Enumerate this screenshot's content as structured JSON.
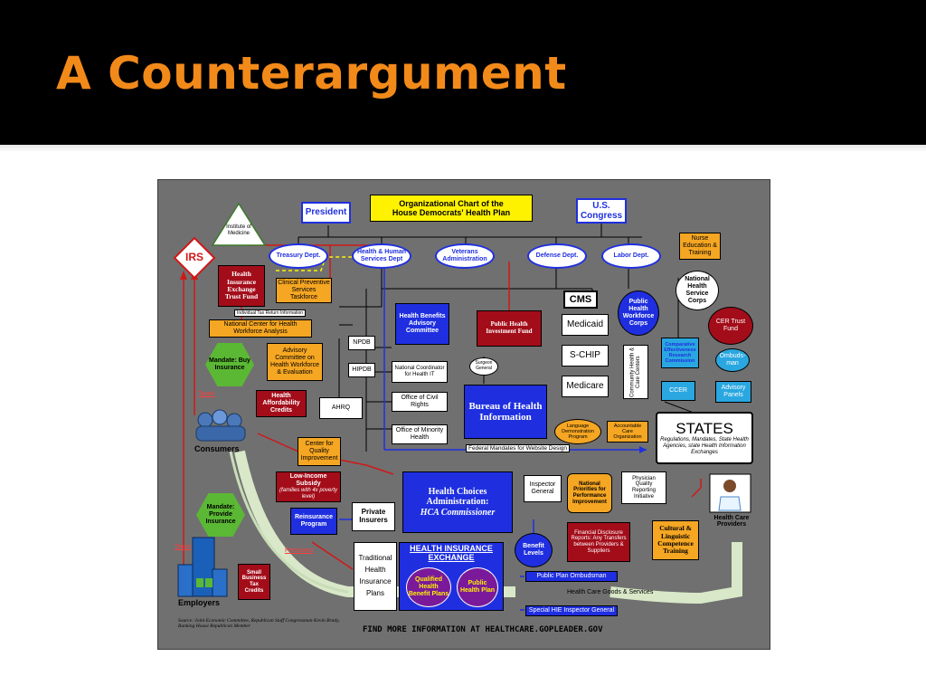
{
  "slide": {
    "title": "A Counterargument"
  },
  "chart": {
    "title_line1": "Organizational Chart of the",
    "title_line2": "House Democrats' Health Plan",
    "president": "President",
    "congress": "U.S. Congress",
    "institute": "Institute of Medicine",
    "irs": "IRS",
    "treasury": "Treasury Dept.",
    "hhs": "Health & Human Services Dept",
    "veterans": "Veterans Administration",
    "defense": "Defense Dept.",
    "labor": "Labor Dept.",
    "nurse": "Nurse Education & Training",
    "nhsc": "National Health Service Corps",
    "hietf": "Health Insurance Exchange Trust Fund",
    "cpstf": "Clinical Preventive Services Taskforce",
    "tax_return": "Individual Tax Return Information",
    "ncwa": "National Center for Health Workforce Analysis",
    "mandate_buy": "Mandate: Buy Insurance",
    "advisory_committee": "Advisory Committee on Health Workforce & Evaluation",
    "hbac": "Health Benefits Advisory Committee",
    "phif": "Public Health Investment Fund",
    "cms": "CMS",
    "medicaid": "Medicaid",
    "schip": "S-CHIP",
    "medicare": "Medicare",
    "phwc": "Public Health Workforce Corps",
    "cer_trust": "CER Trust Fund",
    "ceresearch": "Comparative Effectiveness Research Commission",
    "ombudsman": "Ombuds-man",
    "cceR": "CCER",
    "advisory_panels": "Advisory Panels",
    "npdb": "NPDB",
    "hipdb": "HIPDB",
    "nchit": "National Coordinator for Health IT",
    "ocr": "Office of Civil Rights",
    "omh": "Office of Minority Health",
    "surgeon": "Surgeon General",
    "bhi": "Bureau of Health Information",
    "taxes1": "Taxes",
    "hac": "Health Affordability Credits",
    "ahrq": "AHRQ",
    "chc": "Community Health & Care Centers",
    "ldp": "Language Demonstration Program",
    "aco": "Accountable Care Organization",
    "states": "STATES",
    "states_sub": "Regulations, Mandates, State Health Agencies, state Health Information Exchanges",
    "consumers": "Consumers",
    "cqi": "Center for Quality Improvement",
    "fed_mandates": "Federal Mandates for Website Design",
    "lis": "Low-Income Subsidy",
    "lis_sub": "(families with 4x poverty level)",
    "hca_line1": "Health Choices",
    "hca_line2": "Administration:",
    "hca_line3": "HCA Commissioner",
    "inspector": "Inspector General",
    "npfpi": "National Priorities for Performance Improvement",
    "pqri": "Physician Quality Reporting Initiative",
    "hcp": "Health Care Providers",
    "mandate_provide": "Mandate: Provide Insurance",
    "reinsurance": "Reinsurance Program",
    "private_insurers": "Private Insurers",
    "fdr": "Financial Disclosure Reports: Any Transfers between Providers & Suppliers",
    "cultural": "Cultural & Linguistic Competence Training",
    "taxes2": "Taxes",
    "premiums": "Premiums",
    "thi": "Traditional Health Insurance Plans",
    "hie": "HEALTH INSURANCE EXCHANGE",
    "qhbp": "Qualified Health Benefit Plans",
    "php": "Public Health Plan",
    "benefit_levels": "Benefit Levels",
    "ppo": "Public Plan Ombudsman",
    "hcgs": "Health Care Goods & Services",
    "shie": "Special HIE Inspector General",
    "sbtc": "Small Business Tax Credits",
    "employers": "Employers",
    "source": "Source: Joint Economic Committee, Republican Staff Congressman Kevin Brady, Ranking House Republican Member",
    "find_more": "FIND MORE INFORMATION AT HEALTHCARE.GOPLEADER.GOV"
  },
  "colors": {
    "title": "#f28a1a",
    "chart_bg": "#707070",
    "blue_box": "#1f2fe0",
    "red_box": "#a30d1a",
    "yellow_box": "#f5a623",
    "green": "#5bb834"
  }
}
